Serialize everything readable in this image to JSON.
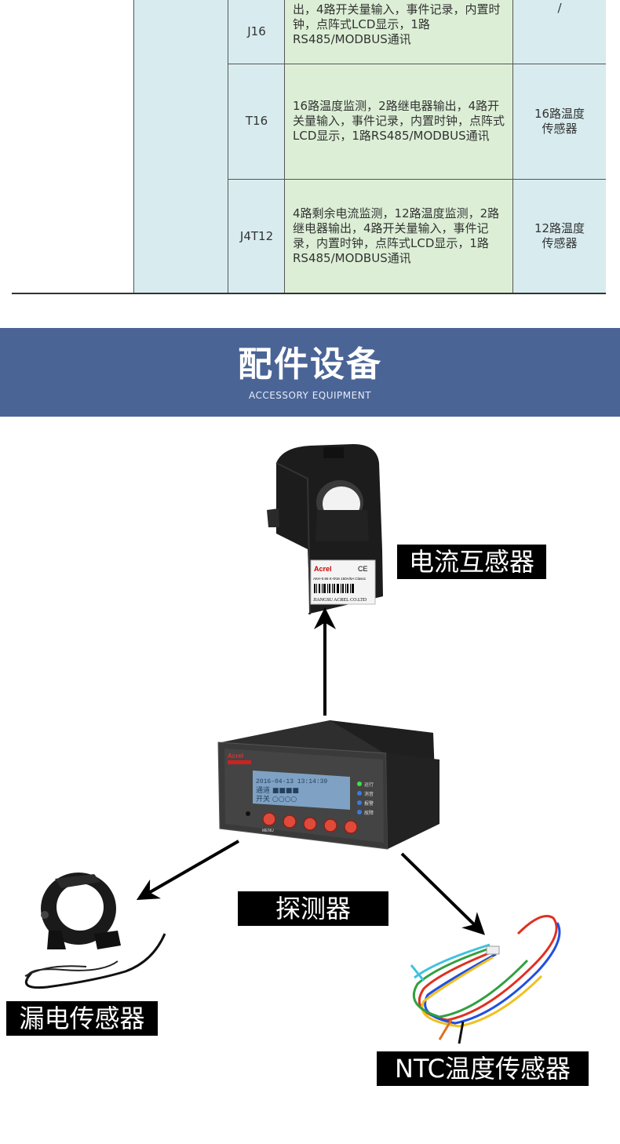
{
  "table": {
    "rows": [
      {
        "model": "J16",
        "desc": "出，4路开关量输入，事件记录，内置时钟，点阵式LCD显示，1路RS485/MODBUS通讯",
        "sensor": "/"
      },
      {
        "model": "T16",
        "desc": "16路温度监测，2路继电器输出，4路开关量输入，事件记录，内置时钟，点阵式LCD显示，1路RS485/MODBUS通讯",
        "sensor": "16路温度传感器"
      },
      {
        "model": "J4T12",
        "desc": "4路剩余电流监测，12路温度监测，2路继电器输出，4路开关量输入，事件记录，内置时钟，点阵式LCD显示，1路RS485/MODBUS通讯",
        "sensor": "12路温度传感器"
      }
    ]
  },
  "banner": {
    "title": "配件设备",
    "subtitle": "ACCESSORY EQUIPMENT"
  },
  "labels": {
    "ct": "电流互感器",
    "detector": "探测器",
    "leakage": "漏电传感器",
    "ntc": "NTC温度传感器"
  },
  "device": {
    "brand": "Acrel",
    "lcd_line1": "2016-04-13  13:14:39",
    "lcd_line2": "通道 ■■■■",
    "lcd_line3": "开关 ○○○○",
    "btn_menu": "MENU",
    "leds": [
      "运行",
      "消音",
      "报警",
      "故障"
    ]
  },
  "ct_sticker": {
    "brand": "Acrel",
    "mark": "CE",
    "line1": "AKH-0.66 K-Φ16 150A/5A Class1",
    "line2": "JIANGSU ACREL CO.LTD"
  }
}
